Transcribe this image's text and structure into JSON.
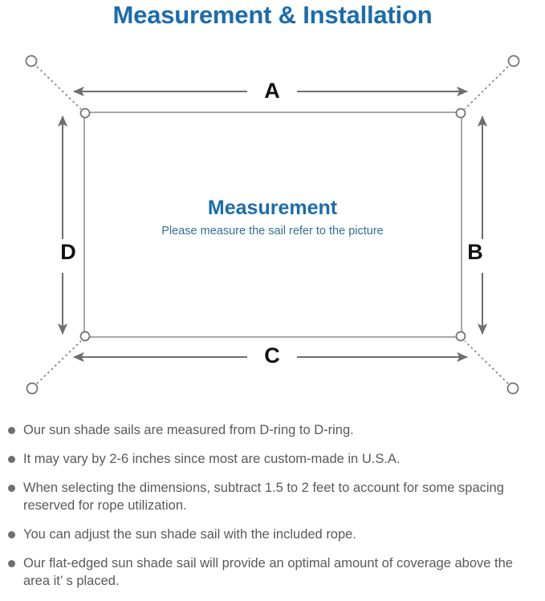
{
  "page": {
    "title": "Measurement & Installation",
    "title_color": "#1b6cad",
    "background": "#ffffff"
  },
  "diagram": {
    "name": "sun-shade-sail-measurement-diagram",
    "center_heading": "Measurement",
    "center_subtext": "Please measure the sail refer to the picture",
    "sail_stroke_color": "#7a7a7a",
    "arrow_color": "#6e6e6e",
    "rope_style": "dotted",
    "dimension_labels": [
      {
        "id": "A",
        "label": "A",
        "edge": "top",
        "orientation": "horizontal"
      },
      {
        "id": "B",
        "label": "B",
        "edge": "right",
        "orientation": "vertical"
      },
      {
        "id": "C",
        "label": "C",
        "edge": "bottom",
        "orientation": "horizontal"
      },
      {
        "id": "D",
        "label": "D",
        "edge": "left",
        "orientation": "vertical"
      }
    ],
    "corner_rings": [
      {
        "id": "top-left",
        "type": "d-ring"
      },
      {
        "id": "top-right",
        "type": "d-ring"
      },
      {
        "id": "bottom-left",
        "type": "d-ring"
      },
      {
        "id": "bottom-right",
        "type": "d-ring"
      }
    ],
    "anchor_points": [
      {
        "id": "anchor-top-left"
      },
      {
        "id": "anchor-top-right"
      },
      {
        "id": "anchor-bottom-left"
      },
      {
        "id": "anchor-bottom-right"
      }
    ]
  },
  "notes": {
    "bullet_color": "#6f6f6f",
    "text_color": "#595959",
    "items": [
      "Our sun shade sails are measured from D-ring to D-ring.",
      "It may vary by 2-6 inches since most are custom-made in U.S.A.",
      "When selecting the dimensions, subtract 1.5 to 2 feet to account for some spacing reserved for rope utilization.",
      "You can adjust the sun shade sail with the included rope.",
      "Our flat-edged sun shade sail will provide an optimal amount of coverage above the area it’  s placed."
    ]
  }
}
